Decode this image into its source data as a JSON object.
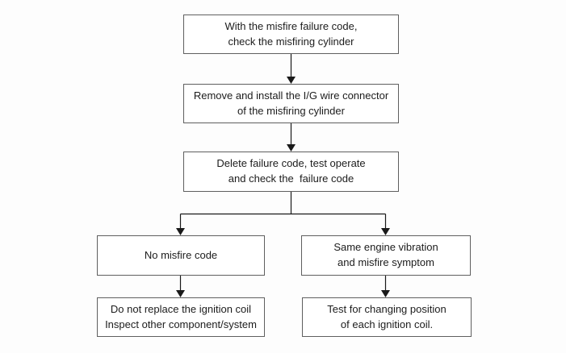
{
  "diagram": {
    "type": "flowchart",
    "colors": {
      "background": "#fdfdfd",
      "box_fill": "#ffffff",
      "box_border": "#5f5f5f",
      "line": "#1a1a1a",
      "text": "#1c1c1c"
    },
    "nodes": [
      {
        "id": "step-check-cylinder",
        "text": "With the misfire failure code,\ncheck the misfiring cylinder"
      },
      {
        "id": "step-reinstall-wire",
        "text": "Remove and install the I/G wire connector\nof the misfiring cylinder"
      },
      {
        "id": "step-delete-code",
        "text": "Delete failure code, test operate\nand check the  failure code"
      },
      {
        "id": "branch-no-misfire",
        "text": "No misfire code"
      },
      {
        "id": "branch-same-symptom",
        "text": "Same engine vibration\nand misfire symptom"
      },
      {
        "id": "result-inspect-other",
        "text": "Do not replace the ignition coil\nInspect other component/system"
      },
      {
        "id": "result-swap-coil",
        "text": "Test for changing position\nof each ignition coil."
      }
    ],
    "edges": [
      {
        "from": "step-check-cylinder",
        "to": "step-reinstall-wire"
      },
      {
        "from": "step-reinstall-wire",
        "to": "step-delete-code"
      },
      {
        "from": "step-delete-code",
        "to": "branch-no-misfire"
      },
      {
        "from": "step-delete-code",
        "to": "branch-same-symptom"
      },
      {
        "from": "branch-no-misfire",
        "to": "result-inspect-other"
      },
      {
        "from": "branch-same-symptom",
        "to": "result-swap-coil"
      }
    ]
  }
}
